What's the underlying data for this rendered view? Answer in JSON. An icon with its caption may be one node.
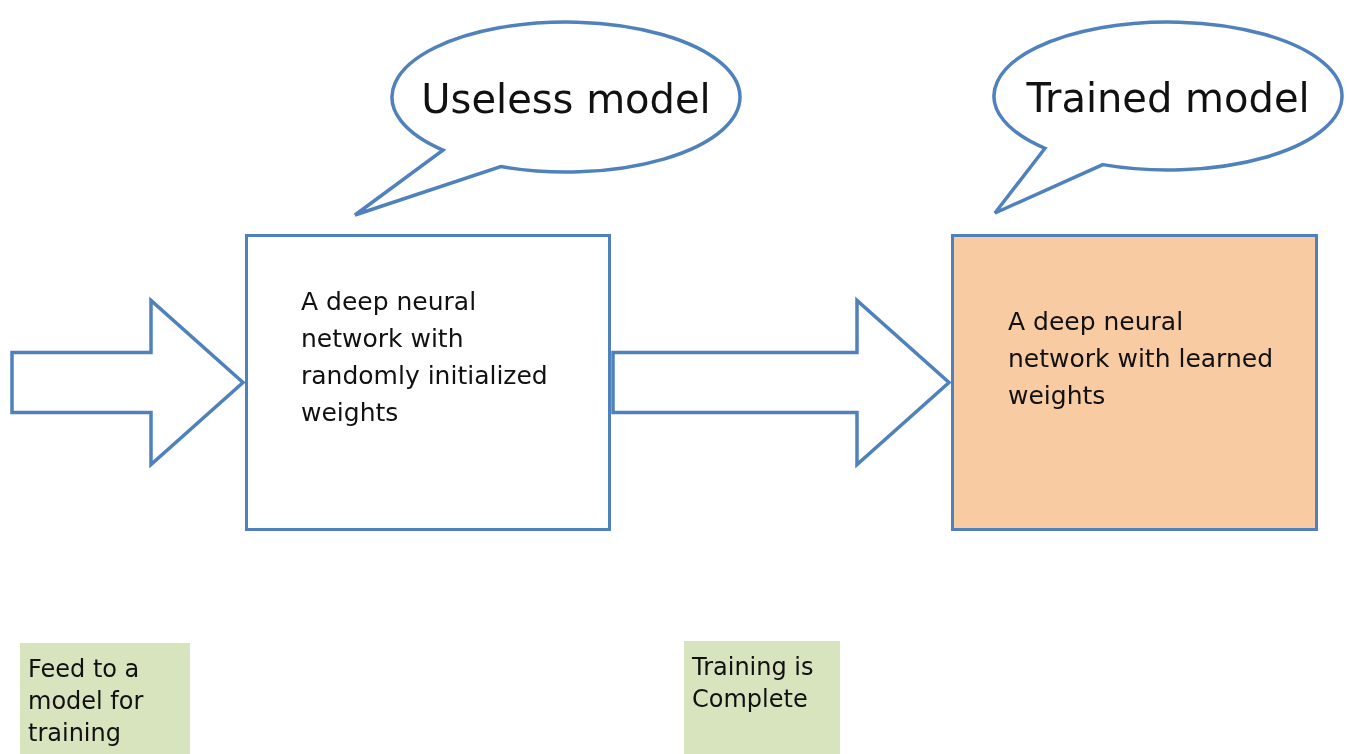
{
  "diagram": {
    "nodes": [
      {
        "text": [
          "Useless model"
        ]
      },
      {
        "text": [
          "A deep neural network with randomly initialized weights"
        ]
      },
      {
        "text": [
          "Trained model"
        ]
      },
      {
        "text": [
          "A deep neural network with learned weights"
        ]
      },
      {
        "text": [
          "Feed to a model for training"
        ]
      },
      {
        "text": [
          "Training is Complete"
        ]
      }
    ],
    "edges": [
      {
        "from": null,
        "to": 1,
        "arrow": "to"
      },
      {
        "from": 1,
        "to": 3,
        "arrow": "to"
      }
    ]
  }
}
